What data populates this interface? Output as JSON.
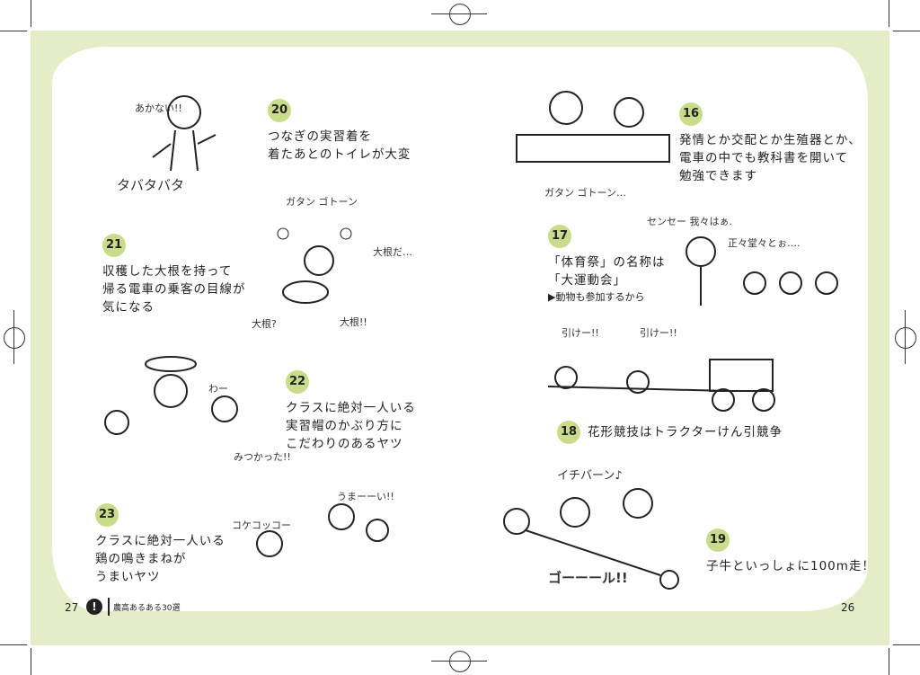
{
  "book_title": "農高あるある30選",
  "folio_left": "27",
  "folio_right": "26",
  "colors": {
    "frame": "#e4edc8",
    "badge": "#c9dc8c"
  },
  "items": [
    {
      "num": "20",
      "lines": [
        "つなぎの実習着を",
        "着たあとのトイレが大変"
      ]
    },
    {
      "num": "21",
      "lines": [
        "収穫した大根を持って",
        "帰る電車の乗客の目線が",
        "気になる"
      ]
    },
    {
      "num": "22",
      "lines": [
        "クラスに絶対一人いる",
        "実習帽のかぶり方に",
        "こだわりのあるヤツ"
      ]
    },
    {
      "num": "23",
      "lines": [
        "クラスに絶対一人いる",
        "鶏の鳴きまねが",
        "うまいヤツ"
      ]
    },
    {
      "num": "16",
      "lines": [
        "発情とか交配とか生殖器とか、",
        "電車の中でも教科書を開いて",
        "勉強できます"
      ]
    },
    {
      "num": "17",
      "lines": [
        "「体育祭」の名称は",
        "「大運動会」"
      ],
      "note": "▶動物も参加するから"
    },
    {
      "num": "18",
      "lines": [
        "花形競技はトラクターけん引競争"
      ]
    },
    {
      "num": "19",
      "lines": [
        "子牛といっしょに100m走！"
      ]
    }
  ],
  "sfx": {
    "s20a": "あかない!!",
    "s20b": "タバタバタ",
    "s21a": "ガタン ゴトーン",
    "s21b": "大根だ…",
    "s21c": "大根?",
    "s21d": "大根!!",
    "s22a": "わー",
    "s22b": "みつかった!!",
    "s23a": "うまーーい!!",
    "s23b": "コケコッコー",
    "s16a": "ガタン ゴトーン…",
    "s17a": "センセー 我々はぁ.",
    "s17b": "正々堂々とぉ….",
    "s18a": "引けー!!",
    "s18b": "引けー!!",
    "s19a": "イチバーン♪",
    "s19b": "ゴーーール!!"
  }
}
